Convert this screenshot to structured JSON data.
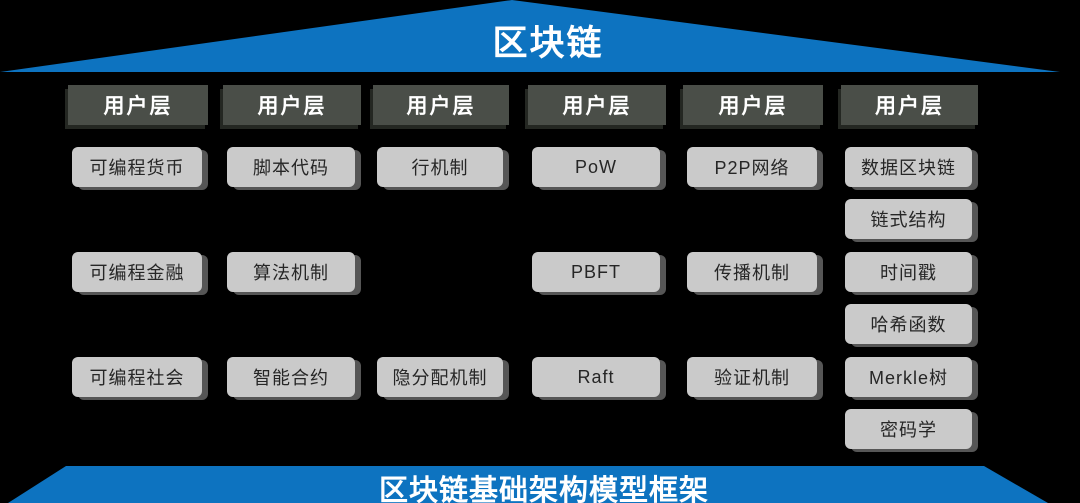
{
  "title": "区块链",
  "footer": "区块链基础架构模型框架",
  "colors": {
    "banner_blue": "#0d73c0",
    "header_bg": "#4a4e48",
    "cell_bg": "#cacaca",
    "background": "#000000",
    "header_text": "#ffffff",
    "cell_text": "#262626"
  },
  "columns": [
    {
      "header": "用户层",
      "cells": [
        {
          "label": "可编程货币",
          "slot": 1
        },
        {
          "label": "可编程金融",
          "slot": 3
        },
        {
          "label": "可编程社会",
          "slot": 5
        }
      ]
    },
    {
      "header": "用户层",
      "cells": [
        {
          "label": "脚本代码",
          "slot": 1
        },
        {
          "label": "算法机制",
          "slot": 3
        },
        {
          "label": "智能合约",
          "slot": 5
        }
      ]
    },
    {
      "header": "用户层",
      "cells": [
        {
          "label": "行机制",
          "slot": 1
        },
        {
          "label": "隐分配机制",
          "slot": 5
        }
      ]
    },
    {
      "header": "用户层",
      "cells": [
        {
          "label": "PoW",
          "slot": 1
        },
        {
          "label": "PBFT",
          "slot": 3
        },
        {
          "label": "Raft",
          "slot": 5
        }
      ]
    },
    {
      "header": "用户层",
      "cells": [
        {
          "label": "P2P网络",
          "slot": 1
        },
        {
          "label": "传播机制",
          "slot": 3
        },
        {
          "label": "验证机制",
          "slot": 5
        }
      ]
    },
    {
      "header": "用户层",
      "cells": [
        {
          "label": "数据区块链",
          "slot": 1
        },
        {
          "label": "链式结构",
          "slot": 2
        },
        {
          "label": "时间戳",
          "slot": 3
        },
        {
          "label": "哈希函数",
          "slot": 4
        },
        {
          "label": "Merkle树",
          "slot": 5
        },
        {
          "label": "密码学",
          "slot": 6
        }
      ]
    }
  ]
}
